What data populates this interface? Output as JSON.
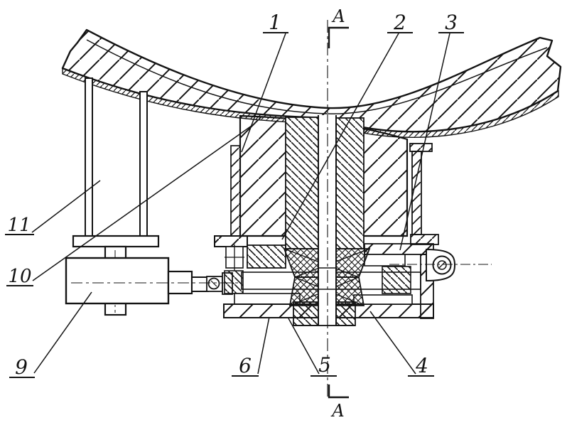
{
  "drawing": {
    "type": "patent-sectional-assembly-figure",
    "background_color": "#ffffff",
    "ink_color": "#141414",
    "section_mark_top": "A",
    "section_mark_bottom": "A",
    "callouts": [
      {
        "label": "1"
      },
      {
        "label": "2"
      },
      {
        "label": "3"
      },
      {
        "label": "4"
      },
      {
        "label": "5"
      },
      {
        "label": "6"
      },
      {
        "label": "9"
      },
      {
        "label": "10"
      },
      {
        "label": "11"
      }
    ]
  }
}
